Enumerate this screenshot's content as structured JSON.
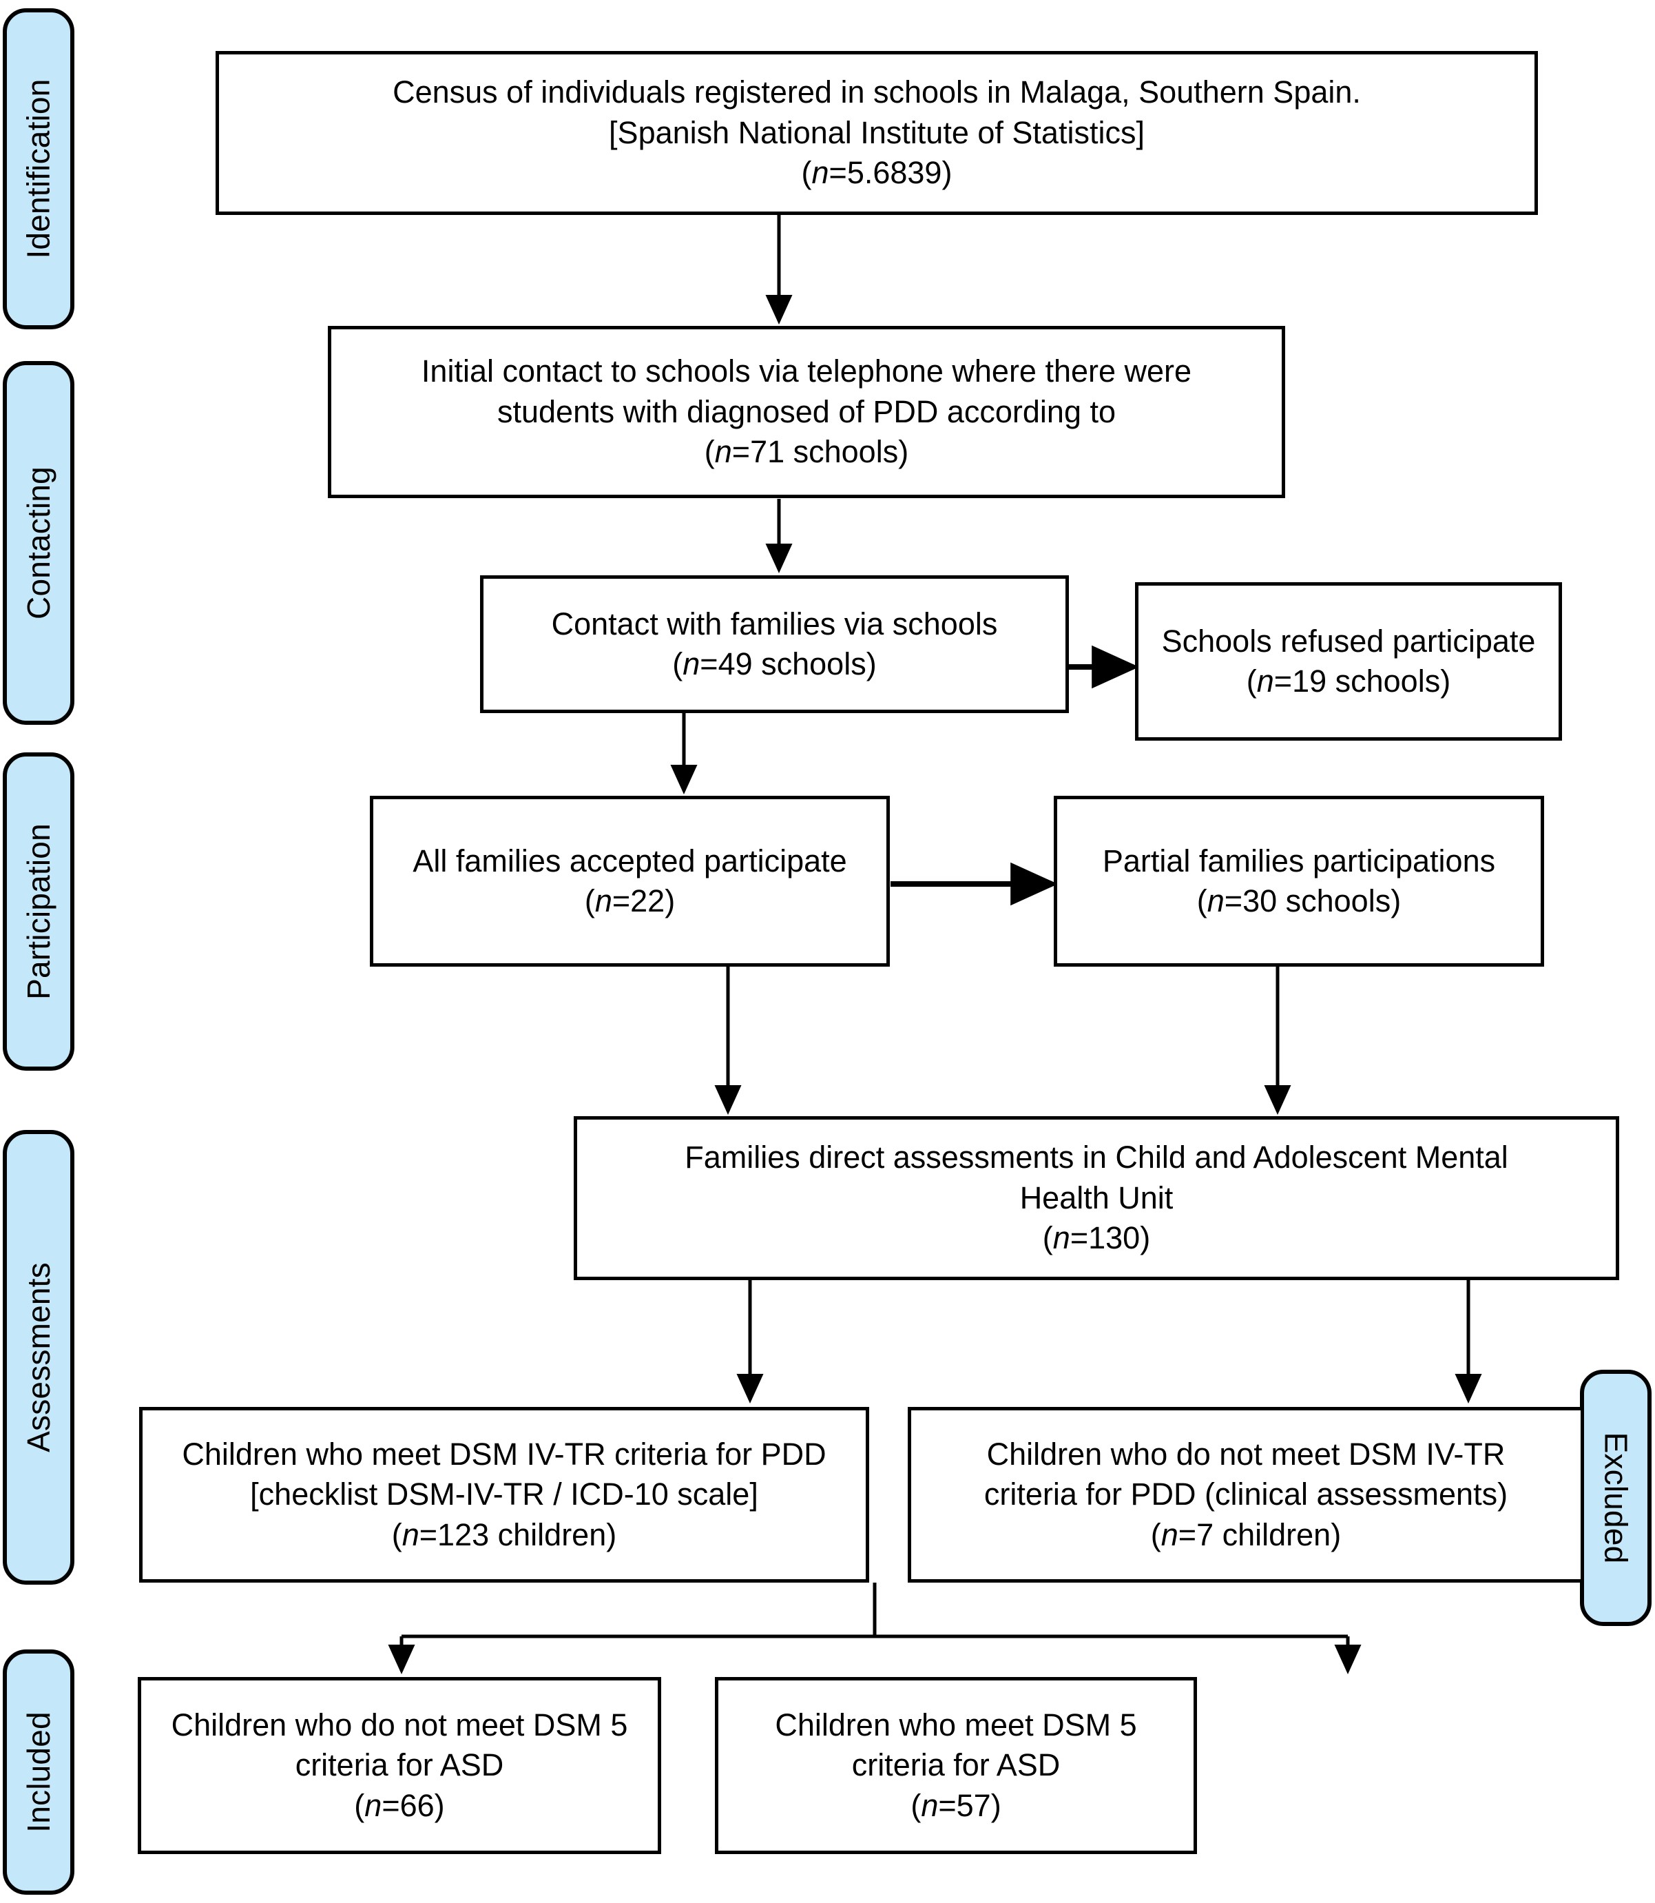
{
  "figure": {
    "type": "prisma-flow-diagram",
    "title": "Participant selection flow diagram",
    "accent_color": "#c5e7fa",
    "line_color": "#000000",
    "box_fill": "#ffffff"
  },
  "stages": [
    {
      "id": "identification",
      "label": "Identification",
      "side": "left",
      "rotation": "-90"
    },
    {
      "id": "contacting",
      "label": "Contacting",
      "side": "left",
      "rotation": "-90"
    },
    {
      "id": "participation",
      "label": "Participation",
      "side": "left",
      "rotation": "-90"
    },
    {
      "id": "assessments",
      "label": "Assessments",
      "side": "left",
      "rotation": "-90"
    },
    {
      "id": "included",
      "label": "Included",
      "side": "left",
      "rotation": "-90"
    },
    {
      "id": "excluded",
      "label": "Excluded",
      "side": "right",
      "rotation": "90"
    }
  ],
  "nodes": [
    {
      "id": "census",
      "lines": [
        "Census of individuals registered in schools in Malaga, Southern Spain.",
        "[Spanish National Institute of Statistics]",
        "(n=5.6839)"
      ],
      "n_label": "n",
      "n_value": "=5.6839"
    },
    {
      "id": "initial-contact",
      "lines": [
        "Initial contact to schools via telephone where there were",
        "students with diagnosed of PDD according to",
        "(n=71 schools)"
      ],
      "n_label": "n",
      "n_value": "=71 schools"
    },
    {
      "id": "contact-families",
      "lines": [
        "Contact with families via schools",
        "(n=49 schools)"
      ],
      "n_label": "n",
      "n_value": "=49 schools"
    },
    {
      "id": "schools-refused",
      "lines": [
        "Schools refused participate",
        "(n=19 schools)"
      ],
      "n_label": "n",
      "n_value": "=19 schools"
    },
    {
      "id": "all-families-accepted",
      "lines": [
        "All families accepted participate",
        "(n=22)"
      ],
      "n_label": "n",
      "n_value": "=22"
    },
    {
      "id": "partial-families",
      "lines": [
        "Partial families participations",
        "(n=30 schools)"
      ],
      "n_label": "n",
      "n_value": "=30 schools"
    },
    {
      "id": "direct-assessments",
      "lines": [
        "Families direct assessments in Child and Adolescent Mental",
        "Health Unit",
        "(n=130)"
      ],
      "n_label": "n",
      "n_value": "=130"
    },
    {
      "id": "meet-dsm4",
      "lines": [
        "Children who meet DSM IV-TR criteria for PDD",
        "[checklist DSM-IV-TR / ICD-10 scale]",
        "(n=123 children)"
      ],
      "n_label": "n",
      "n_value": "=123 children"
    },
    {
      "id": "not-meet-dsm4",
      "lines": [
        "Children who do not meet DSM IV-TR",
        "criteria for PDD (clinical assessments)",
        "(n=7 children)"
      ],
      "n_label": "n",
      "n_value": "=7 children"
    },
    {
      "id": "not-meet-dsm5",
      "lines": [
        "Children who do not meet DSM 5",
        "criteria for ASD",
        "(n=66)"
      ],
      "n_label": "n",
      "n_value": "=66"
    },
    {
      "id": "meet-dsm5",
      "lines": [
        "Children who meet DSM 5",
        "criteria for ASD",
        "(n=57)"
      ],
      "n_label": "n",
      "n_value": "=57"
    }
  ],
  "edges": [
    {
      "from": "census",
      "to": "initial-contact",
      "direction": "down"
    },
    {
      "from": "initial-contact",
      "to": "contact-families",
      "direction": "down"
    },
    {
      "from": "contact-families",
      "to": "schools-refused",
      "direction": "right"
    },
    {
      "from": "contact-families",
      "to": "all-families-accepted",
      "direction": "down"
    },
    {
      "from": "all-families-accepted",
      "to": "partial-families",
      "direction": "right"
    },
    {
      "from": "all-families-accepted",
      "to": "direct-assessments",
      "direction": "down"
    },
    {
      "from": "partial-families",
      "to": "direct-assessments",
      "direction": "down"
    },
    {
      "from": "direct-assessments",
      "to": "meet-dsm4",
      "direction": "down"
    },
    {
      "from": "direct-assessments",
      "to": "not-meet-dsm4",
      "direction": "down"
    },
    {
      "from": "meet-dsm4",
      "to": "not-meet-dsm5",
      "direction": "split"
    },
    {
      "from": "meet-dsm4",
      "to": "meet-dsm5",
      "direction": "split"
    }
  ]
}
